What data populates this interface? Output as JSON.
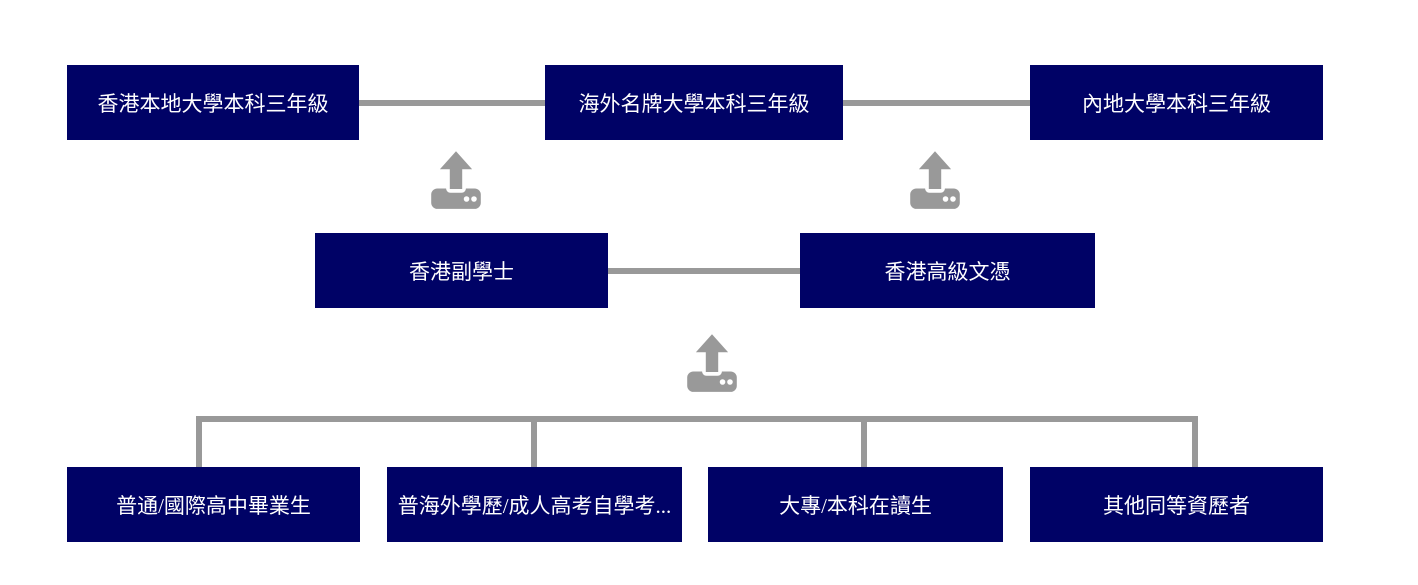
{
  "diagram": {
    "colors": {
      "background": "#ffffff",
      "box_bg": "#000266",
      "box_text": "#ffffff",
      "connector": "#999999",
      "icon": "#999999"
    },
    "rows": {
      "top": [
        {
          "id": "hk-local-university-year3",
          "label": "香港本地大學本科三年級"
        },
        {
          "id": "overseas-famous-university-year3",
          "label": "海外名牌大學本科三年級"
        },
        {
          "id": "mainland-university-year3",
          "label": "內地大學本科三年級"
        }
      ],
      "middle": [
        {
          "id": "hk-associate-degree",
          "label": "香港副學士"
        },
        {
          "id": "hk-higher-diploma",
          "label": "香港高級文憑"
        }
      ],
      "bottom": [
        {
          "id": "regular-international-high-school-graduates",
          "label": "普通/國際高中畢業生"
        },
        {
          "id": "overseas-qualifications-adult-gaokao-self-study",
          "label": "普海外學歷/成人高考自學考..."
        },
        {
          "id": "college-undergraduate-current-students",
          "label": "大專/本科在讀生"
        },
        {
          "id": "other-equivalent-qualifications",
          "label": "其他同等資歷者"
        }
      ]
    },
    "icons": [
      {
        "name": "upload-icon",
        "position": "left-between-top-and-middle"
      },
      {
        "name": "upload-icon",
        "position": "right-between-top-and-middle"
      },
      {
        "name": "upload-icon",
        "position": "center-between-middle-and-bottom"
      }
    ]
  }
}
